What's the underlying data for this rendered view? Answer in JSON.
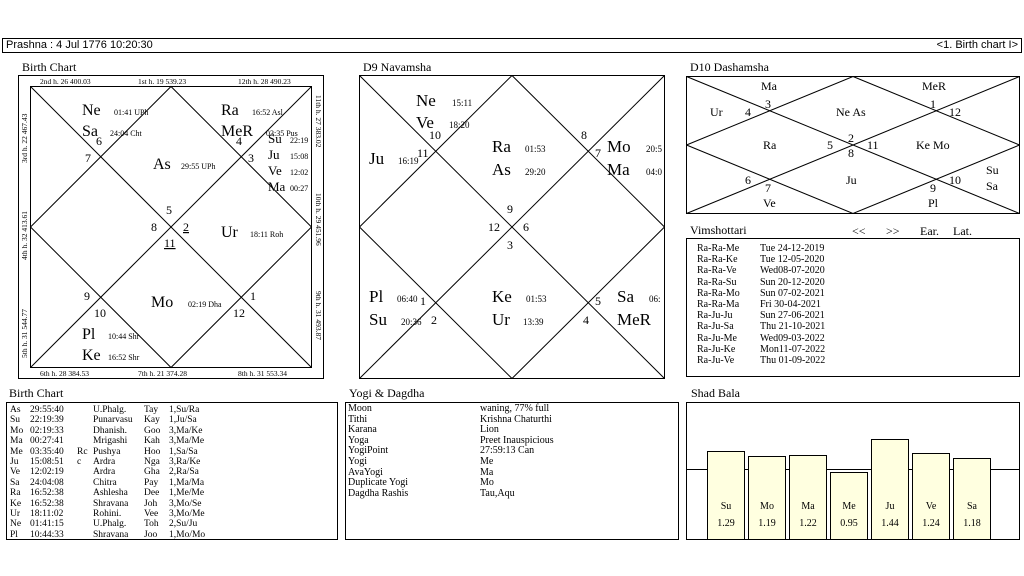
{
  "topbar": {
    "left": "Prashna :  4 Jul 1776  10:20:30",
    "right": "<1. Birth chart I>"
  },
  "titles": {
    "birth_chart": "Birth Chart",
    "d9": "D9 Navamsha",
    "d10": "D10 Dashamsha",
    "vimshottari": "Vimshottari",
    "birth_table": "Birth Chart",
    "yogi": "Yogi & Dagdha",
    "shad_bala": "Shad Bala"
  },
  "rasi_border": {
    "top": [
      "2nd h.  26  400.03",
      "1st h.  19  539.23",
      "12th h.  28  490.23"
    ],
    "bottom": [
      "6th h.  28  384.53",
      "7th h.  21  374.28",
      "8th h.  31  553.34"
    ],
    "left": [
      "3rd h.  22  467.43",
      "4th h.  32  413.61",
      "5th h.  31  544.77"
    ],
    "right": [
      "11th h.  27  383.02",
      "10th h.  29  451.96",
      "9th h.  31  493.87"
    ]
  },
  "rasi_planets": [
    {
      "n": "Ne",
      "d": "01:41  UPh"
    },
    {
      "n": "Sa",
      "d": "24:04  Cht"
    },
    {
      "n": "Ra",
      "d": "16:52  Asl"
    },
    {
      "n": "MeR",
      "d": "03:35  Pus"
    },
    {
      "n": "Su",
      "d": "22:19"
    },
    {
      "n": "Ju",
      "d": "15:08"
    },
    {
      "n": "Ve",
      "d": "12:02"
    },
    {
      "n": "Ma",
      "d": "00:27"
    },
    {
      "n": "As",
      "d": "29:55  UPh"
    },
    {
      "n": "Ur",
      "d": "18:11  Roh"
    },
    {
      "n": "Mo",
      "d": "02:19  Dha"
    },
    {
      "n": "Pl",
      "d": "10:44  Shr"
    },
    {
      "n": "Ke",
      "d": "16:52  Shr"
    }
  ],
  "rasi_signs": [
    "6",
    "4",
    "7",
    "3",
    "5",
    "8",
    "2",
    "11",
    "9",
    "1",
    "10",
    "12"
  ],
  "d9_planets": [
    {
      "n": "Ne",
      "d": "15:11"
    },
    {
      "n": "Ve",
      "d": "18:20"
    },
    {
      "n": "Ju",
      "d": "16:19"
    },
    {
      "n": "Ra",
      "d": "01:53"
    },
    {
      "n": "As",
      "d": "29:20"
    },
    {
      "n": "Mo",
      "d": "20:5"
    },
    {
      "n": "Ma",
      "d": "04:0"
    },
    {
      "n": "Pl",
      "d": "06:40"
    },
    {
      "n": "Su",
      "d": "20:36"
    },
    {
      "n": "Ke",
      "d": "01:53"
    },
    {
      "n": "Ur",
      "d": "13:39"
    },
    {
      "n": "Sa",
      "d": "06:"
    },
    {
      "n": "MeR",
      "d": ""
    }
  ],
  "d9_signs": [
    "10",
    "11",
    "8",
    "7",
    "9",
    "12",
    "6",
    "3",
    "1",
    "2",
    "5",
    "4"
  ],
  "d10": {
    "planets": [
      "Ma",
      "Ur",
      "MeR",
      "Ne As",
      "Ra",
      "Ke Mo",
      "Ju",
      "Su",
      "Sa",
      "Ve",
      "Pl"
    ],
    "signs": [
      "4",
      "3",
      "1",
      "12",
      "5",
      "2",
      "8",
      "11",
      "6",
      "7",
      "9",
      "10"
    ]
  },
  "vim_nav": {
    "prev": "<<",
    "next": ">>",
    "ear": "Ear.",
    "lat": "Lat."
  },
  "vimshottari": [
    {
      "p": "Ra-Ra-Me",
      "d": "Tue  24-12-2019"
    },
    {
      "p": "Ra-Ra-Ke",
      "d": "Tue  12-05-2020"
    },
    {
      "p": "Ra-Ra-Ve",
      "d": "Wed08-07-2020"
    },
    {
      "p": "Ra-Ra-Su",
      "d": "Sun  20-12-2020"
    },
    {
      "p": "Ra-Ra-Mo",
      "d": "Sun  07-02-2021"
    },
    {
      "p": "Ra-Ra-Ma",
      "d": "Fri  30-04-2021"
    },
    {
      "p": "Ra-Ju-Ju",
      "d": "Sun  27-06-2021"
    },
    {
      "p": "Ra-Ju-Sa",
      "d": "Thu  21-10-2021"
    },
    {
      "p": "Ra-Ju-Me",
      "d": "Wed09-03-2022"
    },
    {
      "p": "Ra-Ju-Ke",
      "d": "Mon11-07-2022"
    },
    {
      "p": "Ra-Ju-Ve",
      "d": "Thu  01-09-2022"
    }
  ],
  "birth_table": [
    [
      "As",
      "29:55:40",
      "",
      "U.Phalg.",
      "Tay",
      "1,Su/Ra"
    ],
    [
      "Su",
      "22:19:39",
      "",
      "Punarvasu",
      "Kay",
      "1,Ju/Sa"
    ],
    [
      "Mo",
      "02:19:33",
      "",
      "Dhanish.",
      "Goo",
      "3,Ma/Ke"
    ],
    [
      "Ma",
      "00:27:41",
      "",
      "Mrigashi",
      "Kah",
      "3,Ma/Me"
    ],
    [
      "Me",
      "03:35:40",
      "Rc",
      "Pushya",
      "Hoo",
      "1,Sa/Sa"
    ],
    [
      "Ju",
      "15:08:51",
      "c",
      "Ardra",
      "Nga",
      "3,Ra/Ke"
    ],
    [
      "Ve",
      "12:02:19",
      "",
      "Ardra",
      "Gha",
      "2,Ra/Sa"
    ],
    [
      "Sa",
      "24:04:08",
      "",
      "Chitra",
      "Pay",
      "1,Ma/Ma"
    ],
    [
      "Ra",
      "16:52:38",
      "",
      "Ashlesha",
      "Dee",
      "1,Me/Me"
    ],
    [
      "Ke",
      "16:52:38",
      "",
      "Shravana",
      "Joh",
      "3,Mo/Se"
    ],
    [
      "Ur",
      "18:11:02",
      "",
      "Rohini.",
      "Vee",
      "3,Mo/Me"
    ],
    [
      "Ne",
      "01:41:15",
      "",
      "U.Phalg.",
      "Toh",
      "2,Su/Ju"
    ],
    [
      "Pl",
      "10:44:33",
      "",
      "Shravana",
      "Joo",
      "1,Mo/Mo"
    ]
  ],
  "yogi": [
    [
      "Moon",
      "waning, 77% full"
    ],
    [
      "Tithi",
      "Krishna  Chaturthi"
    ],
    [
      "Karana",
      "Lion"
    ],
    [
      "Yoga",
      "Preet Inauspicious"
    ],
    [
      "YogiPoint",
      "27:59:13 Can"
    ],
    [
      "Yogi",
      "Me"
    ],
    [
      "AvaYogi",
      "Ma"
    ],
    [
      "Duplicate Yogi",
      "Mo"
    ],
    [
      "Dagdha Rashis",
      "Tau,Aqu"
    ]
  ],
  "shad_bala": [
    {
      "p": "Su",
      "v": "1.29",
      "f": 0.88
    },
    {
      "p": "Mo",
      "v": "1.19",
      "f": 0.83
    },
    {
      "p": "Ma",
      "v": "1.22",
      "f": 0.84
    },
    {
      "p": "Me",
      "v": "0.95",
      "f": 0.67
    },
    {
      "p": "Ju",
      "v": "1.44",
      "f": 1.0
    },
    {
      "p": "Ve",
      "v": "1.24",
      "f": 0.86
    },
    {
      "p": "Sa",
      "v": "1.18",
      "f": 0.81
    }
  ]
}
